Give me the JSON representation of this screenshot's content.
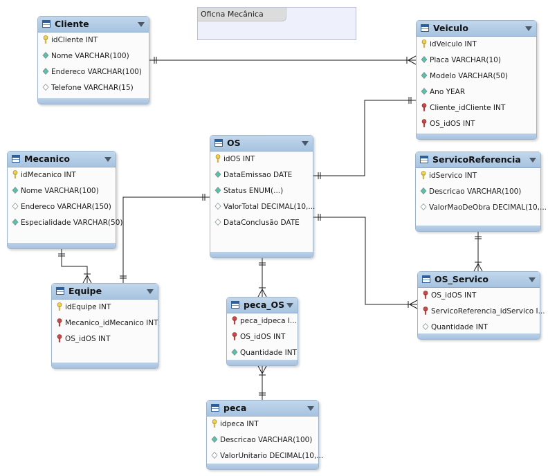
{
  "layer": {
    "label": "Oficna Mecânica"
  },
  "colors": {
    "pk": "#f2d24a",
    "fk": "#c94a4a",
    "not_null": "#5cc0a8",
    "nullable": "#ffffff",
    "line": "#1a1a1a"
  },
  "tables": [
    {
      "id": "cliente",
      "name": "Cliente",
      "columns": [
        {
          "label": "idCliente INT",
          "kind": "pk"
        },
        {
          "label": "Nome VARCHAR(100)",
          "kind": "not_null"
        },
        {
          "label": "Endereco VARCHAR(100)",
          "kind": "not_null"
        },
        {
          "label": "Telefone VARCHAR(15)",
          "kind": "nullable"
        }
      ]
    },
    {
      "id": "veiculo",
      "name": "Veiculo",
      "columns": [
        {
          "label": "idVeiculo INT",
          "kind": "pk"
        },
        {
          "label": "Placa VARCHAR(10)",
          "kind": "not_null"
        },
        {
          "label": "Modelo VARCHAR(50)",
          "kind": "not_null"
        },
        {
          "label": "Ano YEAR",
          "kind": "not_null"
        },
        {
          "label": "Cliente_idCliente INT",
          "kind": "fk"
        },
        {
          "label": "OS_idOS INT",
          "kind": "fk"
        }
      ]
    },
    {
      "id": "mecanico",
      "name": "Mecanico",
      "columns": [
        {
          "label": "idMecanico INT",
          "kind": "pk"
        },
        {
          "label": "Nome VARCHAR(100)",
          "kind": "not_null"
        },
        {
          "label": "Endereco VARCHAR(150)",
          "kind": "nullable"
        },
        {
          "label": "Especialidade VARCHAR(50)",
          "kind": "not_null"
        }
      ]
    },
    {
      "id": "os",
      "name": "OS",
      "columns": [
        {
          "label": "idOS INT",
          "kind": "pk"
        },
        {
          "label": "DataEmissao DATE",
          "kind": "not_null"
        },
        {
          "label": "Status ENUM(...)",
          "kind": "not_null"
        },
        {
          "label": "ValorTotal DECIMAL(10,...",
          "kind": "nullable"
        },
        {
          "label": "DataConclusão DATE",
          "kind": "nullable"
        }
      ]
    },
    {
      "id": "servicoreferencia",
      "name": "ServicoReferencia",
      "columns": [
        {
          "label": "idServico INT",
          "kind": "pk"
        },
        {
          "label": "Descricao VARCHAR(100)",
          "kind": "not_null"
        },
        {
          "label": "ValorMaoDeObra DECIMAL(10,...",
          "kind": "nullable"
        }
      ]
    },
    {
      "id": "equipe",
      "name": "Equipe",
      "columns": [
        {
          "label": "idEquipe INT",
          "kind": "pk"
        },
        {
          "label": "Mecanico_idMecanico INT",
          "kind": "fk"
        },
        {
          "label": "OS_idOS INT",
          "kind": "fk"
        }
      ]
    },
    {
      "id": "peca_os",
      "name": "peca_OS",
      "columns": [
        {
          "label": "peca_idpeca I...",
          "kind": "fk"
        },
        {
          "label": "OS_idOS INT",
          "kind": "fk"
        },
        {
          "label": "Quantidade INT",
          "kind": "not_null"
        }
      ]
    },
    {
      "id": "os_servico",
      "name": "OS_Servico",
      "columns": [
        {
          "label": "OS_idOS INT",
          "kind": "fk"
        },
        {
          "label": "ServicoReferencia_idServico I...",
          "kind": "fk"
        },
        {
          "label": "Quantidade INT",
          "kind": "nullable"
        }
      ]
    },
    {
      "id": "peca",
      "name": "peca",
      "columns": [
        {
          "label": "idpeca INT",
          "kind": "pk"
        },
        {
          "label": "Descricao VARCHAR(100)",
          "kind": "not_null"
        },
        {
          "label": "ValorUnitario DECIMAL(10,...",
          "kind": "nullable"
        }
      ]
    }
  ],
  "relationships": [
    {
      "from": "cliente",
      "to": "veiculo",
      "from_card": "one",
      "to_card": "many"
    },
    {
      "from": "os",
      "to": "veiculo",
      "from_card": "one",
      "to_card": "one"
    },
    {
      "from": "os",
      "to": "os_servico",
      "from_card": "one",
      "to_card": "many"
    },
    {
      "from": "servicoreferencia",
      "to": "os_servico",
      "from_card": "one",
      "to_card": "many"
    },
    {
      "from": "mecanico",
      "to": "equipe",
      "from_card": "one",
      "to_card": "many"
    },
    {
      "from": "os",
      "to": "equipe",
      "from_card": "one",
      "to_card": "one"
    },
    {
      "from": "os",
      "to": "peca_os",
      "from_card": "one",
      "to_card": "many"
    },
    {
      "from": "peca",
      "to": "peca_os",
      "from_card": "one",
      "to_card": "many"
    }
  ]
}
